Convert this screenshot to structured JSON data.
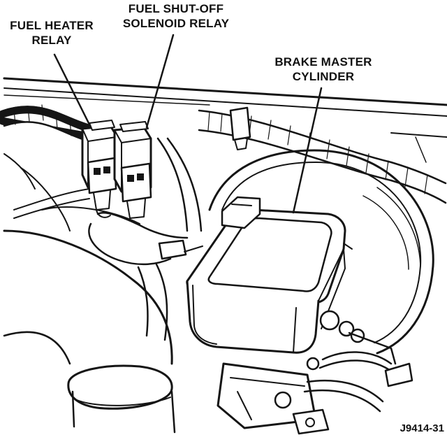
{
  "callouts": {
    "fuel_heater_relay": {
      "line1": "FUEL HEATER",
      "line2": "RELAY"
    },
    "fuel_shutoff_solenoid_relay": {
      "line1": "FUEL SHUT-OFF",
      "line2": "SOLENOID RELAY"
    },
    "brake_master_cylinder": {
      "line1": "BRAKE MASTER",
      "line2": "CYLINDER"
    }
  },
  "figure_id": "J9414-31",
  "colors": {
    "ink": "#151515",
    "paper": "#ffffff"
  }
}
